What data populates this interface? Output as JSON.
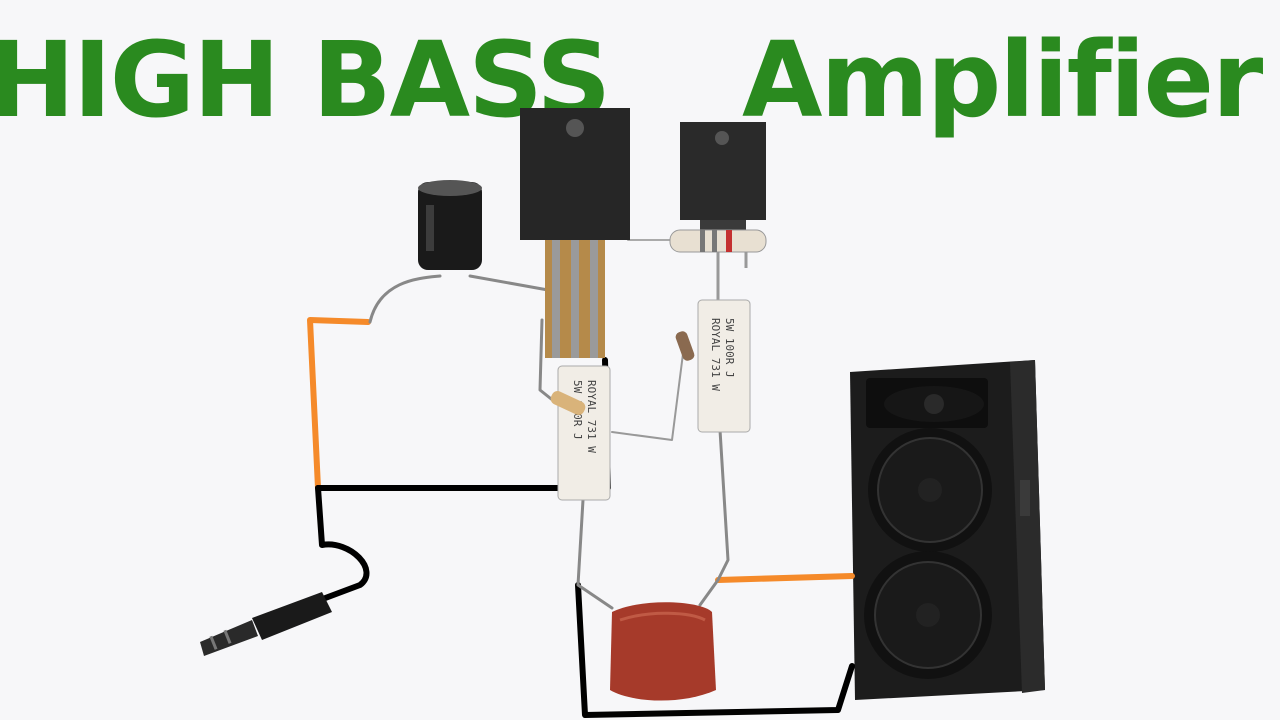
{
  "title": {
    "left": "HIGH BASS",
    "right": "Amplifier"
  },
  "resistor_left": {
    "line1": "ROYAL 731 W",
    "line2": "5W 100R J"
  },
  "resistor_right": {
    "line1": "ROYAL 731 W",
    "line2": "5W 100R J"
  },
  "colors": {
    "title": "#2a8a1f",
    "ground_wire": "#000000",
    "signal_wire": "#f58a2a"
  },
  "icons": [
    "electrolytic-capacitor-icon",
    "power-transistor-icon",
    "ceramic-resistor-icon",
    "film-capacitor-icon",
    "audio-jack-icon",
    "speaker-icon"
  ]
}
